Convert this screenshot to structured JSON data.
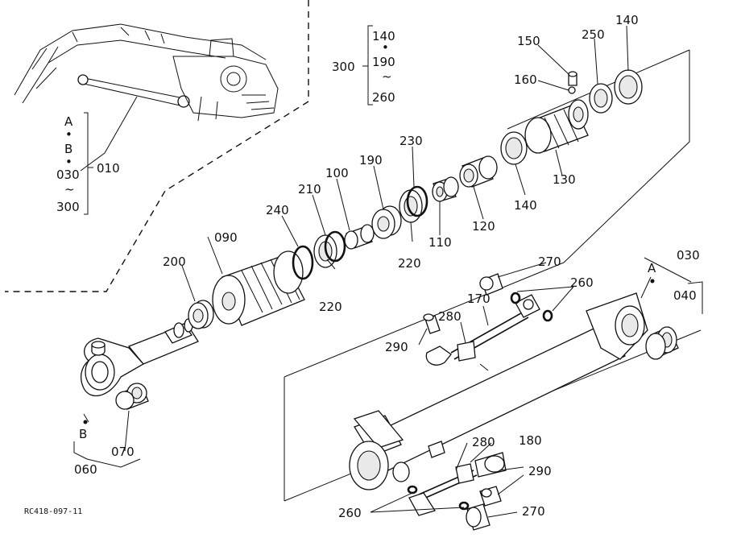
{
  "diagram": {
    "callouts": {
      "c010": "010",
      "c030": "030",
      "c040": "040",
      "c060": "060",
      "c070": "070",
      "c090": "090",
      "c100": "100",
      "c110": "110",
      "c120": "120",
      "c130": "130",
      "c140a": "140",
      "c140b": "140",
      "c150": "150",
      "c160": "160",
      "c170": "170",
      "c180": "180",
      "c190": "190",
      "c200": "200",
      "c210": "210",
      "c220a": "220",
      "c220b": "220",
      "c230": "230",
      "c240": "240",
      "c250": "250",
      "c260a": "260",
      "c260b": "260",
      "c270a": "270",
      "c270b": "270",
      "c280a": "280",
      "c280b": "280",
      "c290a": "290",
      "c290b": "290",
      "c300": "300"
    },
    "kit_300": {
      "from": "140",
      "dot": "•",
      "mid": "190",
      "tilde": "~",
      "to": "260"
    },
    "kit_010": {
      "a": "A",
      "dot1": "•",
      "b": "B",
      "dot2": "•",
      "from": "030",
      "tilde": "~",
      "to": "300"
    },
    "markers": {
      "a": "A",
      "b": "B"
    },
    "reference_code": "RC418-097-11"
  }
}
